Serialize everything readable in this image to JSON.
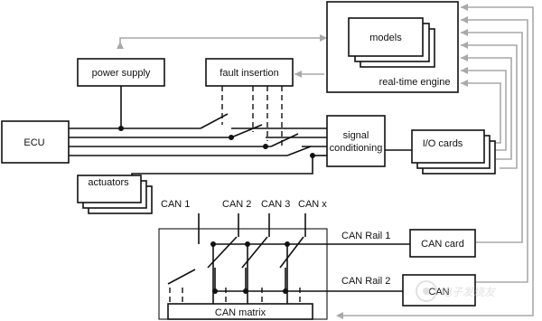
{
  "blocks": {
    "ecu": "ECU",
    "power_supply": "power supply",
    "fault_insertion": "fault insertion",
    "models": "models",
    "real_time_engine": "real-time engine",
    "signal_conditioning_1": "signal",
    "signal_conditioning_2": "conditioning",
    "io_cards": "I/O cards",
    "actuators": "actuators",
    "can_card": "CAN card",
    "can_card_2": "CAN",
    "can_matrix": "CAN matrix"
  },
  "can_channels": [
    "CAN 1",
    "CAN 2",
    "CAN 3",
    "CAN x"
  ],
  "can_rails": [
    "CAN Rail 1",
    "CAN Rail 2"
  ],
  "watermark": "电子发烧友",
  "colors": {
    "line": "#111111",
    "feedback": "#a9a9a9"
  }
}
